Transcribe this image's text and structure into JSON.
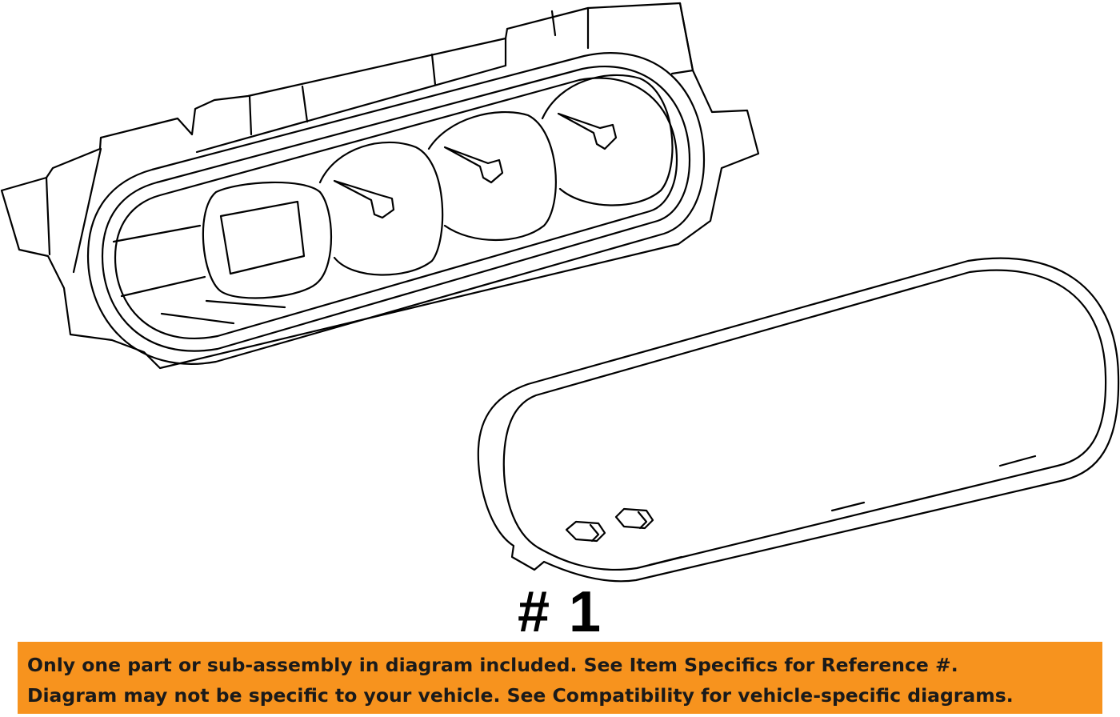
{
  "diagram": {
    "part_label": "# 1"
  },
  "disclaimer": {
    "line1": "Only one part or sub-assembly in diagram included. See Item Specifics for Reference #.",
    "line2": "Diagram may not be specific to your vehicle. See Compatibility for vehicle-specific diagrams.",
    "background_color": "#f7931e",
    "text_color": "#1a1a1a"
  }
}
